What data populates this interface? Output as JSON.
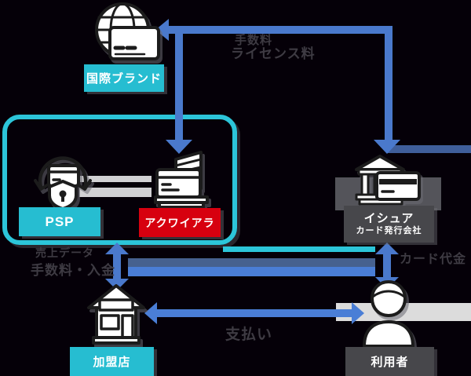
{
  "diagram_title": "credit-card-payment-ecosystem",
  "colors": {
    "background": "#050008",
    "arrow_blue": "#4a79cc",
    "arrow_blue_bright": "#4a7ed6",
    "arrow_blue_dark": "#46618f",
    "arrow_blue_muted": "#3f5e9a",
    "teal": "#2cc5d9",
    "label_cyan": "#26bdd1",
    "label_red": "#d7000f",
    "label_gray": "#47474b",
    "flow_text": "#3e3b43"
  },
  "nodes": {
    "brand": {
      "label": "国際ブランド",
      "icon": "globe-card-icon"
    },
    "psp": {
      "label": "PSP",
      "icon": "recycle-card-shield-icon"
    },
    "acquirer": {
      "label": "アクワイアラ",
      "icon": "building-card-icon"
    },
    "issuer": {
      "label": "イシュア",
      "sublabel": "カード発行会社",
      "icon": "bank-card-icon"
    },
    "merchant": {
      "label": "加盟店",
      "icon": "storefront-icon"
    },
    "user": {
      "label": "利用者",
      "icon": "person-icon"
    }
  },
  "flow_labels": {
    "brand_fee_line1": "手数料",
    "brand_fee_line2": "ライセンス料",
    "merchant_flow_line1": "売上データ",
    "merchant_flow_line2": "手数料・入金",
    "card_payment": "カード代金",
    "purchase_payment": "支払い"
  }
}
